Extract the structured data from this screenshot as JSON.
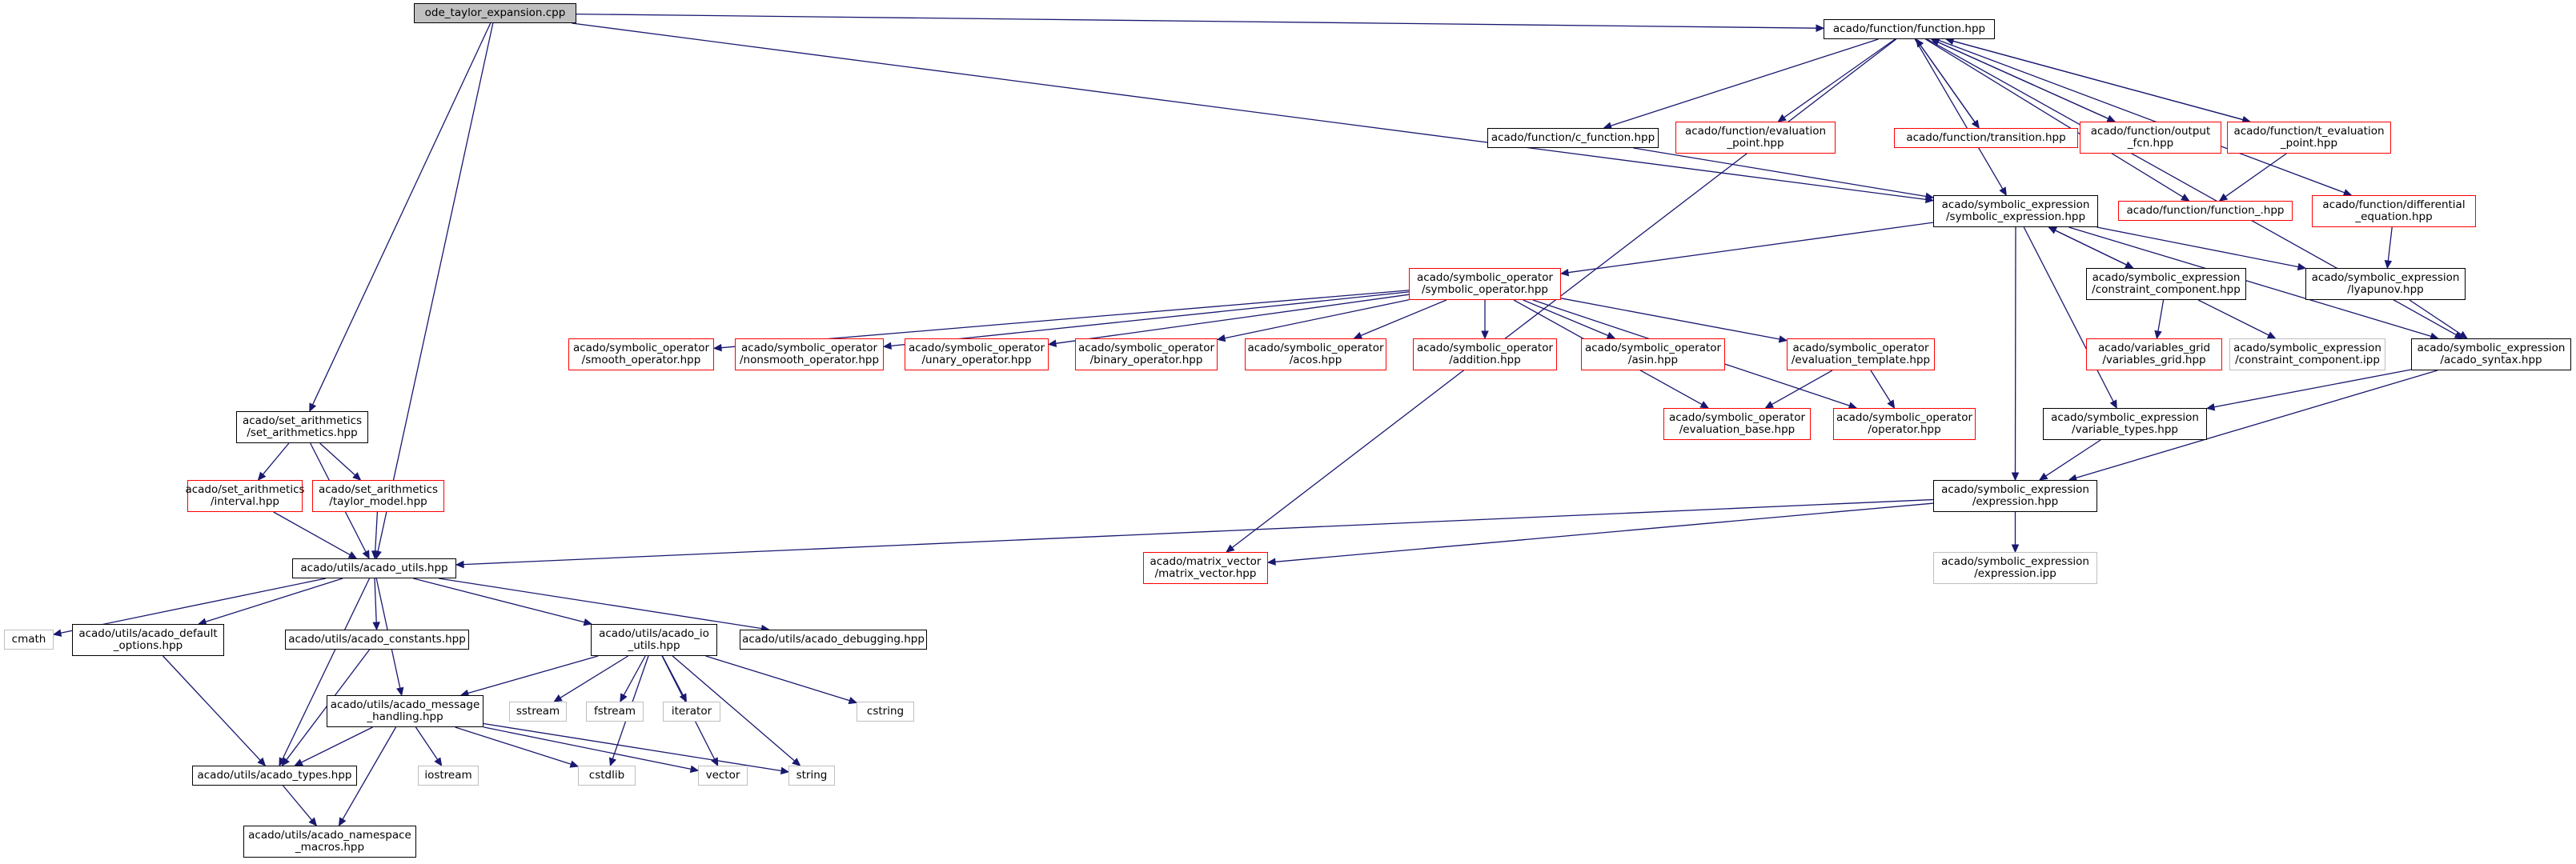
{
  "diagram": {
    "type": "include dependency graph",
    "root": "ode_taylor_expansion.cpp",
    "colors": {
      "edge": "#191970",
      "documented_node_border": "#000000",
      "undocumented_node_border": "#ff0000",
      "system_node_border": "#bfbfbf",
      "root_fill": "#bfbfbf"
    },
    "nodes": {
      "root": {
        "lines": [
          "ode_taylor_expansion.cpp"
        ],
        "kind": "root"
      },
      "func": {
        "lines": [
          "acado/function/function.hpp"
        ],
        "kind": "black"
      },
      "cfunc": {
        "lines": [
          "acado/function/c_function.hpp"
        ],
        "kind": "black"
      },
      "evalpt": {
        "lines": [
          "acado/function/evaluation",
          "_point.hpp"
        ],
        "kind": "red"
      },
      "trans": {
        "lines": [
          "acado/function/transition.hpp"
        ],
        "kind": "red"
      },
      "outfcn": {
        "lines": [
          "acado/function/output",
          "_fcn.hpp"
        ],
        "kind": "red"
      },
      "tevalpt": {
        "lines": [
          "acado/function/t_evaluation",
          "_point.hpp"
        ],
        "kind": "red"
      },
      "diffeq": {
        "lines": [
          "acado/function/differential",
          "_equation.hpp"
        ],
        "kind": "red"
      },
      "funcu": {
        "lines": [
          "acado/function/function_.hpp"
        ],
        "kind": "red"
      },
      "symexpr": {
        "lines": [
          "acado/symbolic_expression",
          "/symbolic_expression.hpp"
        ],
        "kind": "black"
      },
      "symop": {
        "lines": [
          "acado/symbolic_operator",
          "/symbolic_operator.hpp"
        ],
        "kind": "red"
      },
      "smooth": {
        "lines": [
          "acado/symbolic_operator",
          "/smooth_operator.hpp"
        ],
        "kind": "red"
      },
      "nonsmooth": {
        "lines": [
          "acado/symbolic_operator",
          "/nonsmooth_operator.hpp"
        ],
        "kind": "red"
      },
      "unary": {
        "lines": [
          "acado/symbolic_operator",
          "/unary_operator.hpp"
        ],
        "kind": "red"
      },
      "binary": {
        "lines": [
          "acado/symbolic_operator",
          "/binary_operator.hpp"
        ],
        "kind": "red"
      },
      "acos": {
        "lines": [
          "acado/symbolic_operator",
          "/acos.hpp"
        ],
        "kind": "red"
      },
      "addition": {
        "lines": [
          "acado/symbolic_operator",
          "/addition.hpp"
        ],
        "kind": "red"
      },
      "asin": {
        "lines": [
          "acado/symbolic_operator",
          "/asin.hpp"
        ],
        "kind": "red"
      },
      "evaltmpl": {
        "lines": [
          "acado/symbolic_operator",
          "/evaluation_template.hpp"
        ],
        "kind": "red"
      },
      "evalbase": {
        "lines": [
          "acado/symbolic_operator",
          "/evaluation_base.hpp"
        ],
        "kind": "red"
      },
      "operator": {
        "lines": [
          "acado/symbolic_operator",
          "/operator.hpp"
        ],
        "kind": "red"
      },
      "constrcomp": {
        "lines": [
          "acado/symbolic_expression",
          "/constraint_component.hpp"
        ],
        "kind": "black"
      },
      "lyap": {
        "lines": [
          "acado/symbolic_expression",
          "/lyapunov.hpp"
        ],
        "kind": "black"
      },
      "vargrid": {
        "lines": [
          "acado/variables_grid",
          "/variables_grid.hpp"
        ],
        "kind": "red"
      },
      "constripp": {
        "lines": [
          "acado/symbolic_expression",
          "/constraint_component.ipp"
        ],
        "kind": "gray"
      },
      "syntax": {
        "lines": [
          "acado/symbolic_expression",
          "/acado_syntax.hpp"
        ],
        "kind": "black"
      },
      "vartypes": {
        "lines": [
          "acado/symbolic_expression",
          "/variable_types.hpp"
        ],
        "kind": "black"
      },
      "expr": {
        "lines": [
          "acado/symbolic_expression",
          "/expression.hpp"
        ],
        "kind": "black"
      },
      "expripp": {
        "lines": [
          "acado/symbolic_expression",
          "/expression.ipp"
        ],
        "kind": "gray"
      },
      "matvec": {
        "lines": [
          "acado/matrix_vector",
          "/matrix_vector.hpp"
        ],
        "kind": "red"
      },
      "setarith": {
        "lines": [
          "acado/set_arithmetics",
          "/set_arithmetics.hpp"
        ],
        "kind": "black"
      },
      "interval": {
        "lines": [
          "acado/set_arithmetics",
          "/interval.hpp"
        ],
        "kind": "red"
      },
      "taylor": {
        "lines": [
          "acado/set_arithmetics",
          "/taylor_model.hpp"
        ],
        "kind": "red"
      },
      "utils": {
        "lines": [
          "acado/utils/acado_utils.hpp"
        ],
        "kind": "black"
      },
      "cmath": {
        "lines": [
          "cmath"
        ],
        "kind": "gray"
      },
      "defopts": {
        "lines": [
          "acado/utils/acado_default",
          "_options.hpp"
        ],
        "kind": "black"
      },
      "consts": {
        "lines": [
          "acado/utils/acado_constants.hpp"
        ],
        "kind": "black"
      },
      "ioutils": {
        "lines": [
          "acado/utils/acado_io",
          "_utils.hpp"
        ],
        "kind": "black"
      },
      "debug": {
        "lines": [
          "acado/utils/acado_debugging.hpp"
        ],
        "kind": "black"
      },
      "msg": {
        "lines": [
          "acado/utils/acado_message",
          "_handling.hpp"
        ],
        "kind": "black"
      },
      "sstream": {
        "lines": [
          "sstream"
        ],
        "kind": "gray"
      },
      "fstream": {
        "lines": [
          "fstream"
        ],
        "kind": "gray"
      },
      "iterator": {
        "lines": [
          "iterator"
        ],
        "kind": "gray"
      },
      "cstring": {
        "lines": [
          "cstring"
        ],
        "kind": "gray"
      },
      "types": {
        "lines": [
          "acado/utils/acado_types.hpp"
        ],
        "kind": "black"
      },
      "iostream": {
        "lines": [
          "iostream"
        ],
        "kind": "gray"
      },
      "cstdlib": {
        "lines": [
          "cstdlib"
        ],
        "kind": "gray"
      },
      "vector": {
        "lines": [
          "vector"
        ],
        "kind": "gray"
      },
      "string": {
        "lines": [
          "string"
        ],
        "kind": "gray"
      },
      "nsmacros": {
        "lines": [
          "acado/utils/acado_namespace",
          "_macros.hpp"
        ],
        "kind": "black"
      }
    },
    "edges": [
      [
        "root",
        "func"
      ],
      [
        "root",
        "symexpr"
      ],
      [
        "root",
        "setarith"
      ],
      [
        "root",
        "utils"
      ],
      [
        "func",
        "cfunc"
      ],
      [
        "func",
        "evalpt"
      ],
      [
        "func",
        "trans"
      ],
      [
        "func",
        "outfcn"
      ],
      [
        "func",
        "tevalpt"
      ],
      [
        "func",
        "diffeq"
      ],
      [
        "func",
        "funcu"
      ],
      [
        "func",
        "symexpr"
      ],
      [
        "func",
        "matvec"
      ],
      [
        "func",
        "syntax"
      ],
      [
        "cfunc",
        "symexpr"
      ],
      [
        "outfcn",
        "func"
      ],
      [
        "trans",
        "func"
      ],
      [
        "tevalpt",
        "func"
      ],
      [
        "tevalpt",
        "funcu"
      ],
      [
        "diffeq",
        "lyap"
      ],
      [
        "symexpr",
        "symop"
      ],
      [
        "symexpr",
        "constrcomp"
      ],
      [
        "symexpr",
        "lyap"
      ],
      [
        "symexpr",
        "syntax"
      ],
      [
        "symexpr",
        "vartypes"
      ],
      [
        "symexpr",
        "expr"
      ],
      [
        "constrcomp",
        "symexpr"
      ],
      [
        "constrcomp",
        "vargrid"
      ],
      [
        "constrcomp",
        "constripp"
      ],
      [
        "lyap",
        "syntax"
      ],
      [
        "syntax",
        "vartypes"
      ],
      [
        "syntax",
        "expr"
      ],
      [
        "vartypes",
        "expr"
      ],
      [
        "expr",
        "expripp"
      ],
      [
        "expr",
        "matvec"
      ],
      [
        "expr",
        "utils"
      ],
      [
        "symop",
        "smooth"
      ],
      [
        "symop",
        "nonsmooth"
      ],
      [
        "symop",
        "unary"
      ],
      [
        "symop",
        "binary"
      ],
      [
        "symop",
        "acos"
      ],
      [
        "symop",
        "addition"
      ],
      [
        "symop",
        "asin"
      ],
      [
        "symop",
        "evaltmpl"
      ],
      [
        "symop",
        "evalbase"
      ],
      [
        "symop",
        "operator"
      ],
      [
        "evaltmpl",
        "evalbase"
      ],
      [
        "evaltmpl",
        "operator"
      ],
      [
        "setarith",
        "interval"
      ],
      [
        "setarith",
        "taylor"
      ],
      [
        "setarith",
        "utils"
      ],
      [
        "interval",
        "utils"
      ],
      [
        "taylor",
        "utils"
      ],
      [
        "utils",
        "cmath"
      ],
      [
        "utils",
        "defopts"
      ],
      [
        "utils",
        "consts"
      ],
      [
        "utils",
        "ioutils"
      ],
      [
        "utils",
        "debug"
      ],
      [
        "utils",
        "msg"
      ],
      [
        "utils",
        "types"
      ],
      [
        "defopts",
        "types"
      ],
      [
        "consts",
        "types"
      ],
      [
        "ioutils",
        "msg"
      ],
      [
        "ioutils",
        "sstream"
      ],
      [
        "ioutils",
        "fstream"
      ],
      [
        "ioutils",
        "iterator"
      ],
      [
        "ioutils",
        "cstring"
      ],
      [
        "ioutils",
        "cstdlib"
      ],
      [
        "ioutils",
        "vector"
      ],
      [
        "ioutils",
        "string"
      ],
      [
        "msg",
        "types"
      ],
      [
        "msg",
        "iostream"
      ],
      [
        "msg",
        "cstdlib"
      ],
      [
        "msg",
        "vector"
      ],
      [
        "msg",
        "string"
      ],
      [
        "msg",
        "nsmacros"
      ],
      [
        "types",
        "nsmacros"
      ]
    ]
  }
}
